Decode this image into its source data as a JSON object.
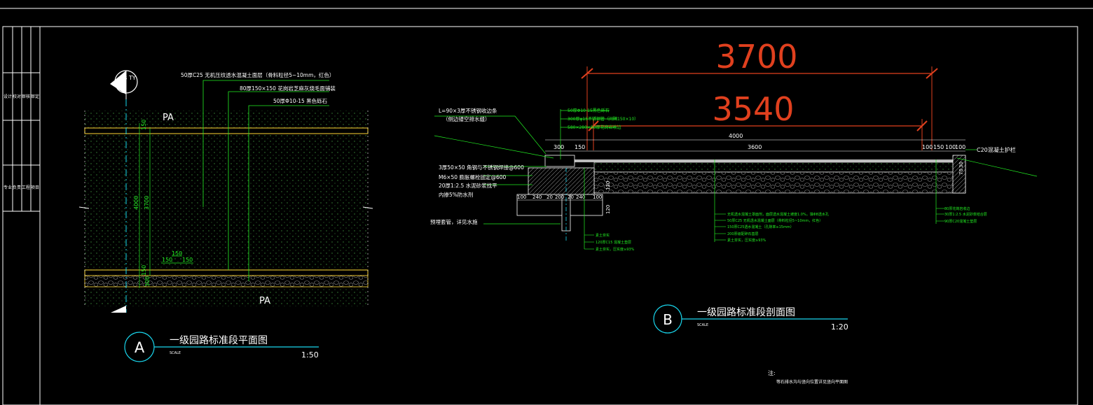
{
  "plan_view": {
    "title": "一级园路标准段平面图",
    "marker": "A",
    "scale_label": "SCALE",
    "scale": "1:50",
    "pa_top": "PA",
    "pa_bottom": "PA",
    "callouts": [
      "50厚C25 无机压纹透水混凝土面层（骨料粒径5~10mm，红色）",
      "80厚150×150 花岗岩芝麻灰烧毛面铺装",
      "50厚Φ10-15 黑色砾石"
    ],
    "dims": {
      "edge_top": "150",
      "total": "4000",
      "inner": "3700",
      "edge_bottom": "150",
      "gravel": "300",
      "detail_a": "150",
      "detail_b": "150",
      "detail_c": "150"
    }
  },
  "section_view": {
    "title": "一级园路标准段剖面图",
    "marker": "B",
    "scale_label": "SCALE",
    "scale": "1:20",
    "big_dim_1": "3700",
    "big_dim_2": "3540",
    "left_callouts": [
      "L=90×3厚不锈钢收边条",
      "（侧边镂空排水缝）",
      "3厚50×50 角钢与不锈钢焊接@600",
      "M6×50 膨胀螺栓固定@600",
      "20厚1:2.5 水泥砂浆找平",
      "内掺5%防水剂",
      "预埋套管，详见水施"
    ],
    "top_callouts": [
      "50厚Φ10-15黑色砾石",
      "300厚φ15不锈钢管（间隔150×10）",
      "580×280×50厚花岗岩收边"
    ],
    "right_label": "C20混凝土护栏",
    "dims_top": [
      "4000",
      "300",
      "150",
      "3600",
      "100",
      "150",
      "100",
      "100"
    ],
    "dims_right": [
      "30",
      "70"
    ],
    "dims_bottom": [
      "100",
      "240",
      "20",
      "200",
      "20",
      "240",
      "100"
    ],
    "dims_vertical": [
      "120",
      "120"
    ],
    "mid_callouts": [
      "无机透水混凝土罩面剂，面层透水混凝土坡度1.0%，填Φ8透水孔",
      "50厚C25 无机透水混凝土面层（骨料粒径5~10mm，红色）",
      "150厚C25透水混凝土（孔隙率≥15mm）",
      "200厚级配碎石基层",
      "素土夯实，压实度≥93%"
    ],
    "bottom_callouts": [
      "素土夯实",
      "120厚C15 混凝土垫层",
      "素土夯实，压实度≥93%"
    ],
    "right_callouts": [
      "80厚花岗岩收边",
      "30厚1:2.5 水泥砂浆结合层",
      "90厚C20混凝土垫层"
    ],
    "note_label": "注:",
    "note_text": "等石排水沟与竖向位置详见竖向平面图"
  },
  "title_block": {
    "cells_top": [
      "设计",
      "校对",
      "审核",
      "审定"
    ],
    "cells_bottom": [
      "专业",
      "负责",
      "工程",
      "项目"
    ]
  },
  "colors": {
    "background": "#000000",
    "line": "#ffffff",
    "annotation": "#22ee22",
    "dimension_highlight": "#e0401e",
    "marker_circle": "#19d7ee"
  }
}
